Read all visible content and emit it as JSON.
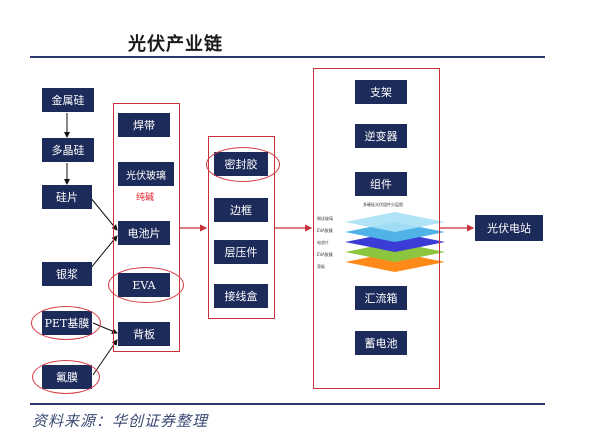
{
  "title": "光伏产业链",
  "source": "资料来源：华创证券整理",
  "column1": [
    "金属硅",
    "多晶硅",
    "硅片",
    "银浆",
    "PET基膜",
    "氟膜"
  ],
  "column2": {
    "items": [
      "焊带",
      "光伏玻璃",
      "电池片",
      "EVA",
      "背板"
    ],
    "note": "纯碱"
  },
  "column3": [
    "密封胶",
    "边框",
    "层压件",
    "接线盒"
  ],
  "column4": {
    "top": [
      "支架",
      "逆变器",
      "组件"
    ],
    "bottom": [
      "汇流箱",
      "蓄电池"
    ],
    "layer_caption": "多硬硅光伏组件分层图",
    "layer_labels": [
      "钢化玻璃",
      "EVA胶膜",
      "电池片",
      "EVA胶膜",
      "背板"
    ]
  },
  "output": "光伏电站",
  "colors": {
    "box": "#1c2b5a",
    "frame": "#c8323a",
    "arrow": "#c8323a",
    "rule": "#2b3a6b"
  }
}
